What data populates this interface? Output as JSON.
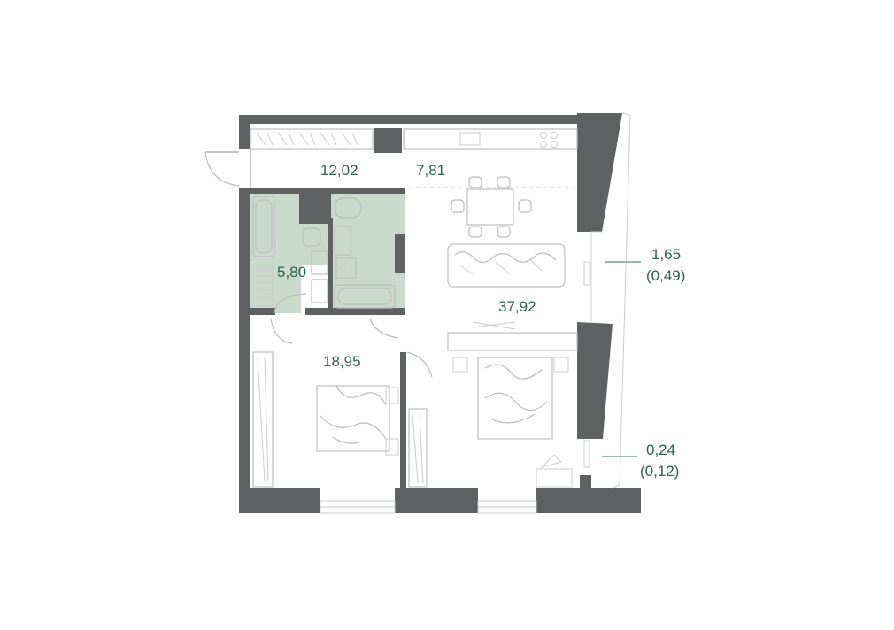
{
  "plan": {
    "rooms": [
      {
        "id": "hallway",
        "area": "12,02"
      },
      {
        "id": "kitchen",
        "area": "7,81"
      },
      {
        "id": "bathroom",
        "area": "5,80"
      },
      {
        "id": "living",
        "area": "37,92"
      },
      {
        "id": "bedroom",
        "area": "18,95"
      }
    ],
    "balconies": [
      {
        "id": "balcony-top",
        "area": "1,65",
        "sub": "(0,49)"
      },
      {
        "id": "balcony-bottom",
        "area": "0,24",
        "sub": "(0,12)"
      }
    ],
    "colors": {
      "wall": "#5f6061",
      "highlight": "#c9d9cc",
      "label": "#2f5f53"
    }
  }
}
